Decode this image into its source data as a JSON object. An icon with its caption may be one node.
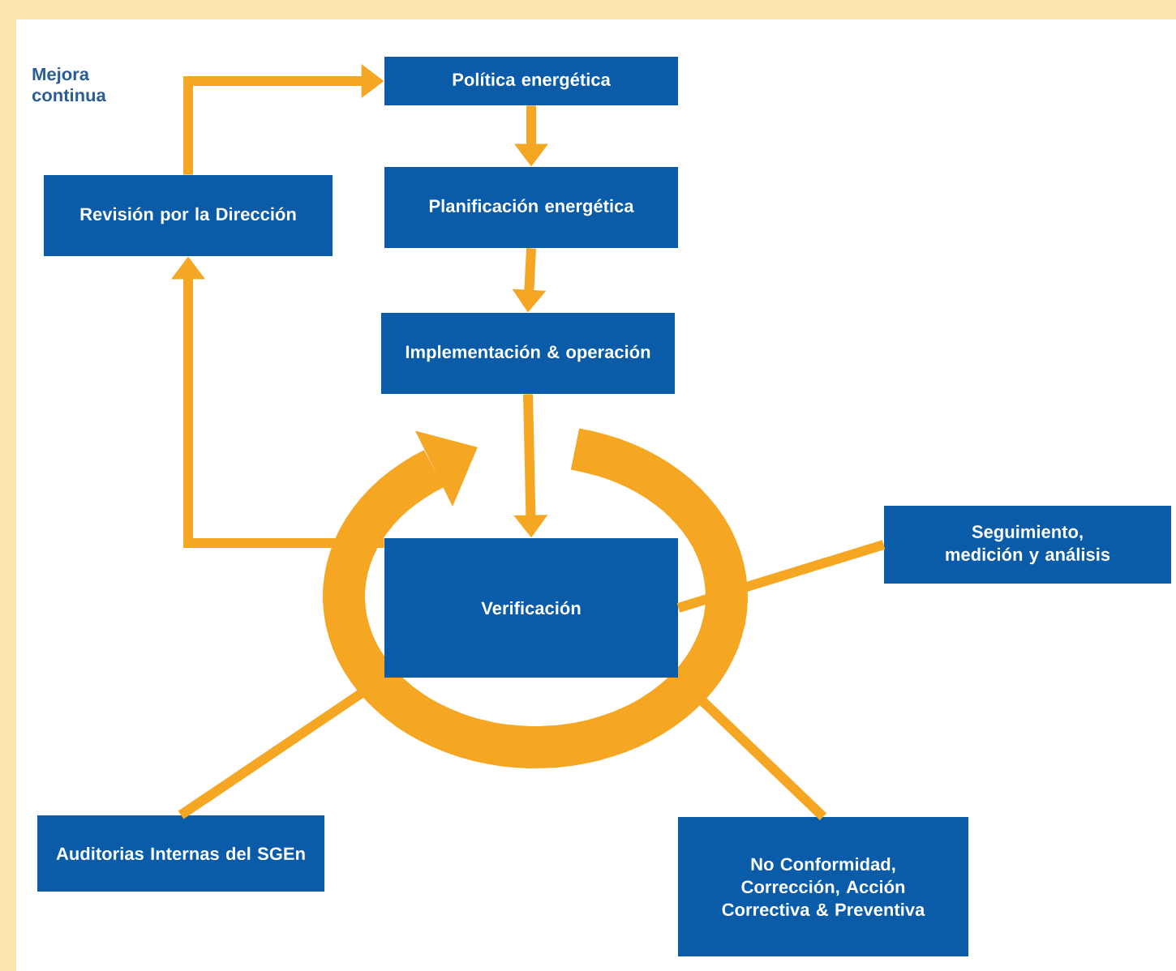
{
  "diagram": {
    "nodes": [
      {
        "text": [
          "Política energética"
        ]
      },
      {
        "text": [
          "Planificación energética"
        ]
      },
      {
        "text": [
          "Implementación & operación"
        ]
      },
      {
        "text": [
          "Verificación"
        ]
      },
      {
        "text": [
          "Revisión por la Dirección"
        ]
      },
      {
        "text": [
          "Seguimiento, medición y análisis"
        ]
      },
      {
        "text": [
          "Auditorias Internas del SGEn"
        ]
      },
      {
        "text": [
          "No Conformidad, Corrección, Acción Correctiva & Preventiva"
        ]
      }
    ],
    "edges": [
      {
        "from": 0,
        "to": 1,
        "arrow": "to"
      },
      {
        "from": 1,
        "to": 2,
        "arrow": "to"
      },
      {
        "from": 2,
        "to": 3,
        "arrow": "to"
      },
      {
        "from": 3,
        "to": 4,
        "arrow": "to"
      },
      {
        "from": 4,
        "to": 0,
        "arrow": "to"
      },
      {
        "from": 3,
        "to": 5,
        "arrow": "none"
      },
      {
        "from": 3,
        "to": 6,
        "arrow": "none"
      },
      {
        "from": 3,
        "to": 7,
        "arrow": "none"
      }
    ],
    "labels": [
      "Mejora continua"
    ]
  }
}
